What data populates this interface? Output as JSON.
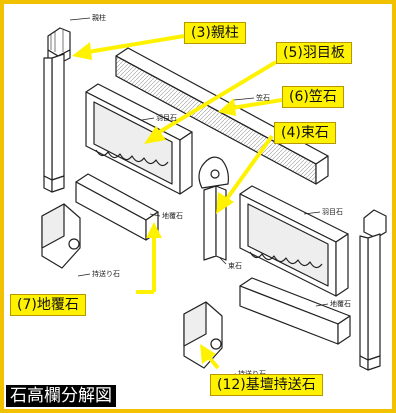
{
  "caption": "石高欄分解図",
  "callouts": {
    "oyabashira": "(3)親柱",
    "hamokuita": "(5)羽目板",
    "kasaishi": "(6)笠石",
    "tsukaishi": "(4)束石",
    "jifukuishi": "(7)地覆石",
    "kidanjisouishi": "(12)基壇持送石"
  },
  "part_labels": {
    "oyabashira": "親柱",
    "kasaishi": "笠石",
    "hamokuishi_left": "羽目石",
    "hamokuishi_right": "羽目石",
    "tsukaishi": "束石",
    "jifukuishi_left": "地覆石",
    "jifukuishi_right": "地覆石",
    "mochiokuriishi_left": "持送り石",
    "mochiokuriishi_right": "持送り石"
  },
  "colors": {
    "frame": "#f2c200",
    "callout_fill": "#fff200",
    "arrow": "#fff200",
    "line_art": "#222222",
    "caption_bg": "#000000",
    "caption_text": "#ffffff"
  }
}
